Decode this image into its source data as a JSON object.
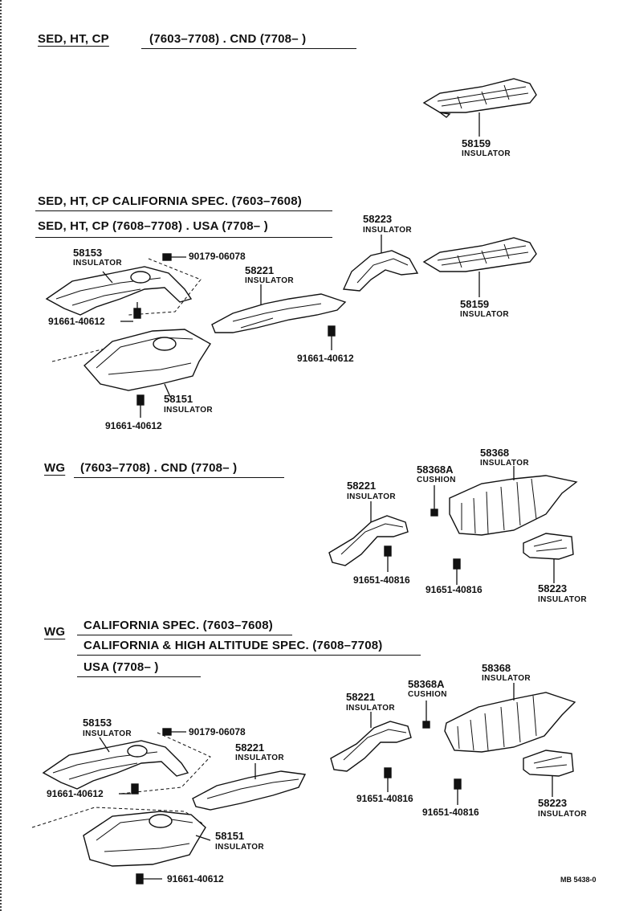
{
  "sections": [
    {
      "headers": [
        {
          "model": "SED, HT, CP",
          "range": "(7603–7708) . CND (7708–        )"
        }
      ],
      "parts": [
        {
          "number": "58159",
          "name": "INSULATOR"
        }
      ]
    },
    {
      "headers": [
        {
          "text": "SED, HT, CP CALIFORNIA SPEC. (7603–7608)"
        },
        {
          "text": "SED, HT, CP (7608–7708) . USA (7708–        )"
        }
      ],
      "parts": [
        {
          "number": "58223",
          "name": "INSULATOR"
        },
        {
          "number": "58153",
          "name": "INSULATOR"
        },
        {
          "number": "58221",
          "name": "INSULATOR"
        },
        {
          "number": "58159",
          "name": "INSULATOR"
        },
        {
          "number": "58151",
          "name": "INSULATOR"
        }
      ],
      "fasteners": [
        "90179-06078",
        "91661-40612",
        "91661-40612",
        "91661-40612"
      ]
    },
    {
      "headers": [
        {
          "model": "WG",
          "range": "(7603–7708) . CND (7708–        )"
        }
      ],
      "parts": [
        {
          "number": "58368",
          "name": "INSULATOR"
        },
        {
          "number": "58368A",
          "name": "CUSHION"
        },
        {
          "number": "58221",
          "name": "INSULATOR"
        },
        {
          "number": "58223",
          "name": "INSULATOR"
        }
      ],
      "fasteners": [
        "91651-40816",
        "91651-40816"
      ]
    },
    {
      "headers": [
        {
          "model": "WG",
          "lines": [
            "CALIFORNIA SPEC. (7603–7608)",
            "CALIFORNIA & HIGH ALTITUDE SPEC. (7608–7708)",
            "USA (7708–        )"
          ]
        }
      ],
      "parts": [
        {
          "number": "58368",
          "name": "INSULATOR"
        },
        {
          "number": "58368A",
          "name": "CUSHION"
        },
        {
          "number": "58221",
          "name": "INSULATOR"
        },
        {
          "number": "58153",
          "name": "INSULATOR"
        },
        {
          "number": "58221",
          "name": "INSULATOR"
        },
        {
          "number": "58223",
          "name": "INSULATOR"
        },
        {
          "number": "58151",
          "name": "INSULATOR"
        }
      ],
      "fasteners": [
        "90179-06078",
        "91661-40612",
        "91651-40816",
        "91651-40816",
        "91661-40612"
      ]
    }
  ],
  "footer_ref": "MB 5438-0"
}
